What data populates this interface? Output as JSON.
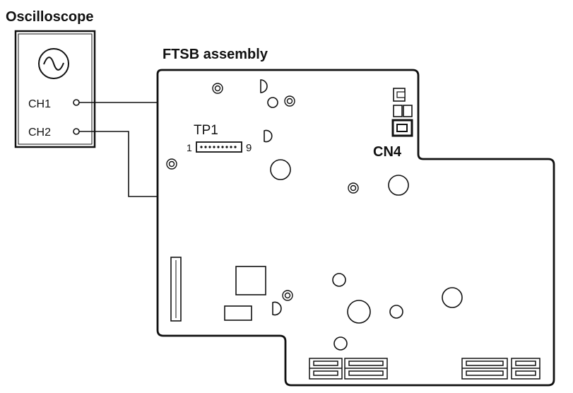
{
  "oscilloscope": {
    "title": "Oscilloscope",
    "channels": [
      {
        "label": "CH1"
      },
      {
        "label": "CH2"
      }
    ]
  },
  "board": {
    "title": "FTSB assembly",
    "test_point": {
      "label": "TP1",
      "pin_first": "1",
      "pin_last": "9"
    },
    "connector": {
      "label": "CN4"
    }
  },
  "colors": {
    "line": "#111111",
    "background": "#ffffff"
  }
}
